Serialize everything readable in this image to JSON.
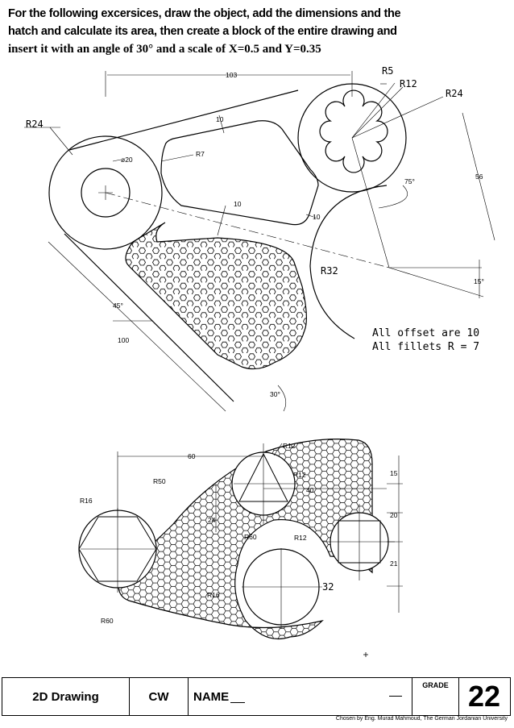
{
  "instructions": {
    "line1": "For the following excersices, draw the object, add the dimensions and the",
    "line2": "hatch and calculate its area, then create a block of the entire drawing and",
    "line3": "insert it with an angle of 30° and a scale of X=0.5 and Y=0.35"
  },
  "drawing1": {
    "dims": {
      "d103": "103",
      "r5": "R5",
      "r12": "R12",
      "r24_right": "R24",
      "r24_left": "R24",
      "d10_top": "10",
      "dia20": "ø20",
      "r7": "R7",
      "d56": "56",
      "a75": "75°",
      "d10_mid": "10",
      "d10_right": "10",
      "r32": "R32",
      "a15": "15°",
      "a45": "45°",
      "d100": "100",
      "a30": "30°"
    },
    "notes": [
      "All offset are 10",
      "All fillets R = 7"
    ]
  },
  "drawing2": {
    "dims": {
      "r12_top": "R12",
      "d60": "60",
      "r50": "R50",
      "r12_mid": "R12",
      "d15": "15",
      "d40": "40",
      "r16_left": "R16",
      "d24": "24",
      "d20": "20",
      "r60_mid": "R60",
      "r12_low": "R12",
      "d21": "21",
      "d32": "32",
      "r16_low": "R16",
      "r60_low": "R60"
    }
  },
  "title_block": {
    "name": "2D Drawing",
    "type": "CW",
    "name_label": "NAME",
    "grade_label": "GRADE",
    "number": "22"
  },
  "footer": "Chosen by Eng. Murad Mahmoud, The German Jordanian University"
}
